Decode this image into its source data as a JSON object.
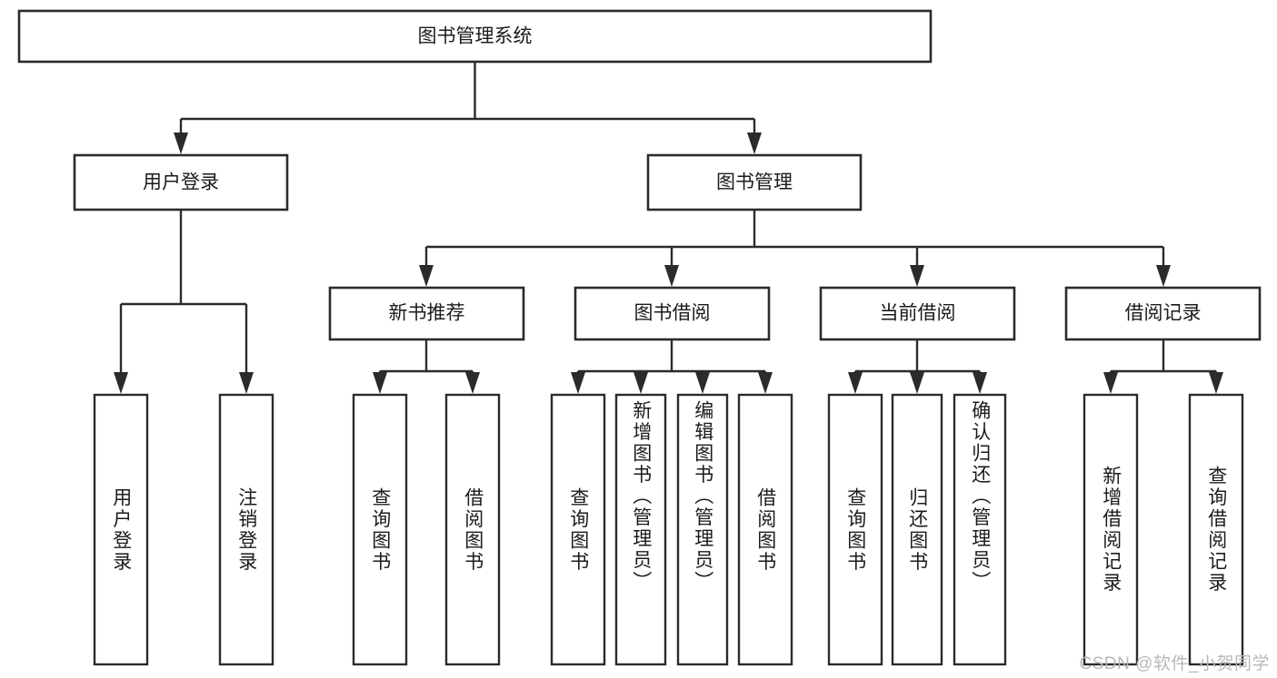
{
  "diagram": {
    "type": "tree-hierarchy-chart",
    "title": "图书管理系统",
    "background_color": "#ffffff",
    "line_color": "#2b2b2b",
    "box_fill": "#ffffff",
    "text_color": "#1b1b1b",
    "watermark": "CSDN @软件_小贺同学",
    "watermark_color": "#b8b8b8",
    "levels": {
      "level1": [
        {
          "id": "root",
          "label": "图书管理系统"
        }
      ],
      "level2": [
        {
          "id": "user-login",
          "label": "用户登录",
          "parent": "root"
        },
        {
          "id": "book-manage",
          "label": "图书管理",
          "parent": "root"
        }
      ],
      "level3": [
        {
          "id": "new-book-rec",
          "label": "新书推荐",
          "parent": "book-manage"
        },
        {
          "id": "book-borrow",
          "label": "图书借阅",
          "parent": "book-manage"
        },
        {
          "id": "current-borrow",
          "label": "当前借阅",
          "parent": "book-manage"
        },
        {
          "id": "borrow-record",
          "label": "借阅记录",
          "parent": "book-manage"
        }
      ],
      "leaves": [
        {
          "id": "leaf-user-login",
          "label": "用户登录",
          "parent": "user-login"
        },
        {
          "id": "leaf-logout-login",
          "label": "注销登录",
          "parent": "user-login"
        },
        {
          "id": "leaf-query-book-1",
          "label": "查询图书",
          "parent": "new-book-rec"
        },
        {
          "id": "leaf-borrow-book-1",
          "label": "借阅图书",
          "parent": "new-book-rec"
        },
        {
          "id": "leaf-query-book-2",
          "label": "查询图书",
          "parent": "book-borrow"
        },
        {
          "id": "leaf-add-book",
          "label": "新增图书（管理员）",
          "parent": "book-borrow"
        },
        {
          "id": "leaf-edit-book",
          "label": "编辑图书（管理员）",
          "parent": "book-borrow"
        },
        {
          "id": "leaf-borrow-book-2",
          "label": "借阅图书",
          "parent": "book-borrow"
        },
        {
          "id": "leaf-query-book-3",
          "label": "查询图书",
          "parent": "current-borrow"
        },
        {
          "id": "leaf-return-book",
          "label": "归还图书",
          "parent": "current-borrow"
        },
        {
          "id": "leaf-confirm-return",
          "label": "确认归还（管理员）",
          "parent": "current-borrow"
        },
        {
          "id": "leaf-add-record",
          "label": "新增借阅记录",
          "parent": "borrow-record"
        },
        {
          "id": "leaf-query-record",
          "label": "查询借阅记录",
          "parent": "borrow-record"
        }
      ]
    }
  }
}
